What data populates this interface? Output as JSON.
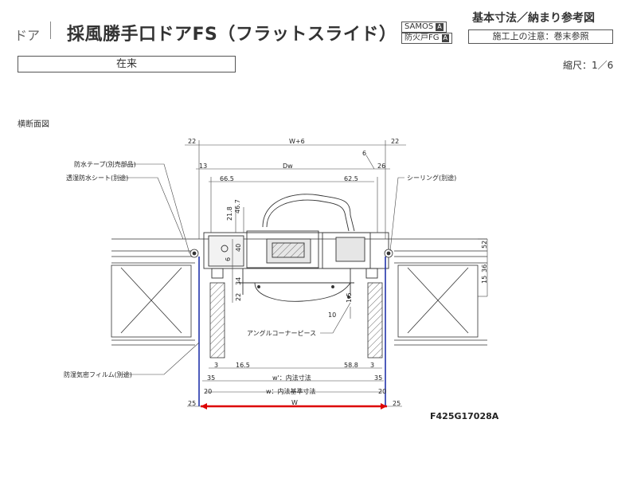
{
  "header": {
    "category": "ドア",
    "title": "採風勝手口ドアFS（フラットスライド）",
    "badges": [
      {
        "text": "SAMOS",
        "mark": "A"
      },
      {
        "text": "防火戸FG",
        "mark": "A"
      }
    ],
    "basic_label": "基本寸法／納まり参考図",
    "caution_label": "施工上の注意：巻末参照",
    "existing_label": "在来",
    "scale_label": "縮尺：1／6"
  },
  "section_label": "横断面図",
  "drawing_code": "F425G17028A",
  "dimensions": {
    "d_22_left": "22",
    "d_w6": "W+6",
    "d_22_right": "22",
    "d_6": "6",
    "d_13": "13",
    "d_dw": "Dw",
    "d_26": "26",
    "d_66_5": "66.5",
    "d_62_5": "62.5",
    "d_21_8": "21.8",
    "d_46_7": "46.7",
    "d_40": "40",
    "d_6b": "6",
    "d_34": "34",
    "d_22_mid": "22",
    "d_52": "52",
    "d_15": "15",
    "d_36": "36",
    "d_1_5": "1.5",
    "d_10": "10",
    "d_3_left": "3",
    "d_16_5": "16.5",
    "d_58_8": "58.8",
    "d_3_right": "3",
    "d_35_left": "35",
    "d_wdash": "w'：内法寸法",
    "d_35_right": "35",
    "d_20_left": "20",
    "d_wbase": "w：内法基準寸法",
    "d_20_right": "20",
    "d_25_left": "25",
    "d_w": "W",
    "d_25_right": "25"
  },
  "callouts": {
    "waterproof_tape": "防水テープ(別売部品)",
    "permeable_sheet": "透湿防水シート(別途)",
    "sealing": "シーリング(別途)",
    "angle_corner": "アングルコーナーピース",
    "vapor_film": "防湿気密フィルム(別途)"
  },
  "colors": {
    "line": "#333333",
    "blue": "#2233aa",
    "red": "#dd0000",
    "wood": "#9a9a9a"
  }
}
